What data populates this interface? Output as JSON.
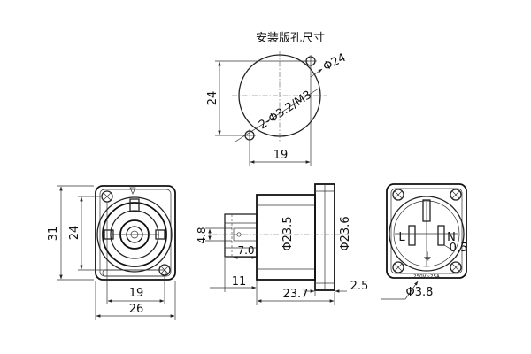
{
  "cutout": {
    "title": "安装版孔尺寸",
    "phi_label": "Φ24",
    "hole_label": "2-Φ3.2/M3",
    "height_label": "24",
    "width_label": "19"
  },
  "front": {
    "outer_height_label": "31",
    "inner_height_label": "24",
    "inner_width_label": "19",
    "outer_width_label": "26"
  },
  "side": {
    "small_height_label": "4.8",
    "body_dia_label": "Φ23.5",
    "flange_dia_label": "Φ23.6",
    "tab_len_label": "7.0",
    "rear_len_label": "11",
    "body_len_label": "23.7",
    "flange_thk_label": "2.5"
  },
  "rear": {
    "pin_l_label": "L",
    "pin_n_label": "N",
    "pin_e_label": "⏚",
    "marking_label": "250V~25A",
    "pin_gap_label": "0.5",
    "pin_dia_label": "Φ3.8"
  }
}
